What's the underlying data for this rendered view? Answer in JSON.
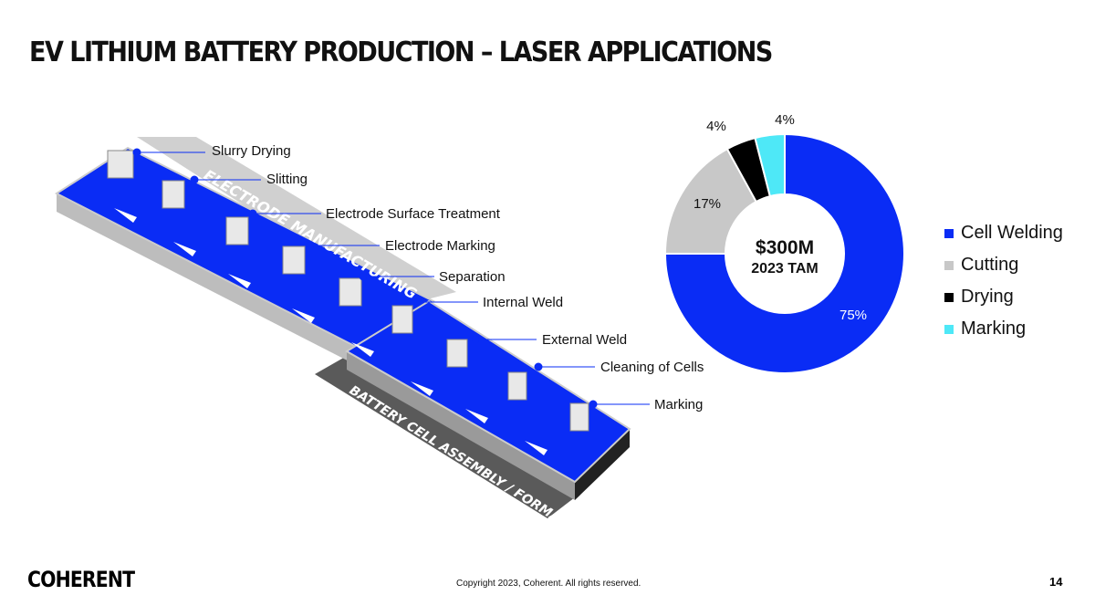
{
  "title": "EV LITHIUM BATTERY PRODUCTION – LASER APPLICATIONS",
  "illustration": {
    "band_upper": "ELECTRODE MANUFACTURING",
    "band_lower": "BATTERY CELL ASSEMBLY / FORMATION",
    "steps": [
      "Slurry Drying",
      "Slitting",
      "Electrode Surface Treatment",
      "Electrode Marking",
      "Separation",
      "Internal Weld",
      "External Weld",
      "Cleaning of Cells",
      "Marking"
    ]
  },
  "chart_data": {
    "type": "pie",
    "donut": true,
    "title": "",
    "center_value": "$300M",
    "center_label": "2023 TAM",
    "categories": [
      "Cell Welding",
      "Cutting",
      "Drying",
      "Marking"
    ],
    "values": [
      75,
      17,
      4,
      4
    ],
    "data_labels": [
      "75%",
      "17%",
      "4%",
      "4%"
    ],
    "colors": [
      "#0a2cf5",
      "#c8c8c8",
      "#000000",
      "#4ee8f7"
    ],
    "legend": "right"
  },
  "footer": {
    "logo": "COHERENT",
    "copyright": "Copyright 2023, Coherent. All rights reserved.",
    "page": "14"
  }
}
